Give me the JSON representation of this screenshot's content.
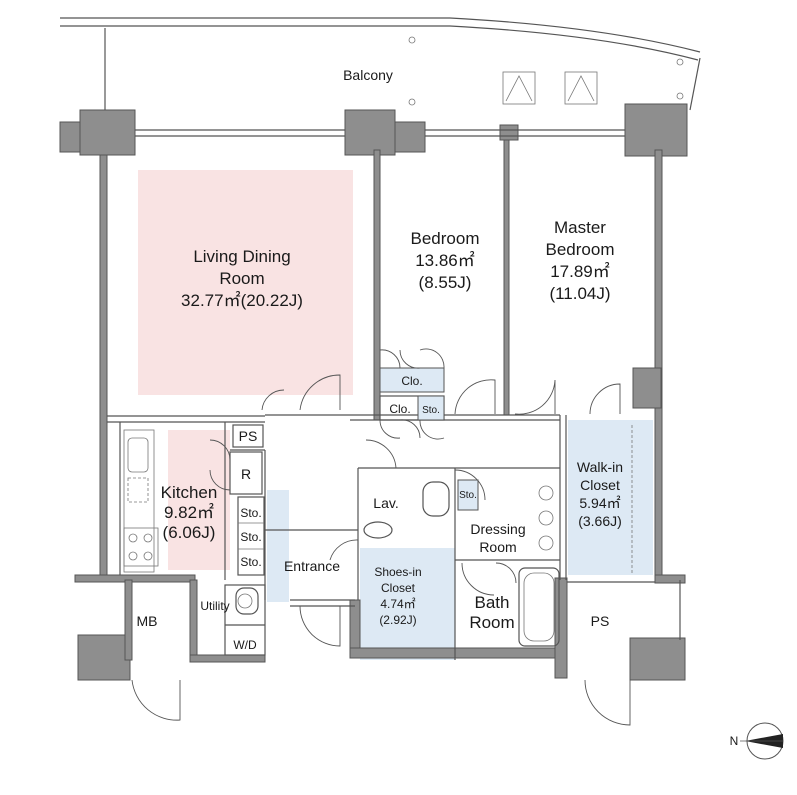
{
  "rooms": {
    "balcony": "Balcony",
    "living": [
      "Living Dining",
      "Room",
      "32.77㎡(20.22J)"
    ],
    "bedroom": [
      "Bedroom",
      "13.86㎡",
      "(8.55J)"
    ],
    "master": [
      "Master",
      "Bedroom",
      "17.89㎡",
      "(11.04J)"
    ],
    "kitchen": [
      "Kitchen",
      "9.82㎡",
      "(6.06J)"
    ],
    "walkin": [
      "Walk-in",
      "Closet",
      "5.94㎡",
      "(3.66J)"
    ],
    "shoes": [
      "Shoes-in",
      "Closet",
      "4.74㎡",
      "(2.92J)"
    ],
    "lav": "Lav.",
    "dressing": [
      "Dressing",
      "Room"
    ],
    "bath": [
      "Bath",
      "Room"
    ],
    "entrance": "Entrance",
    "utility": "Utility",
    "wd": "W/D",
    "mb": "MB",
    "ps_kitchen": "PS",
    "ps_right": "PS",
    "refrigerator": "R",
    "clo1": "Clo.",
    "clo2": "Clo.",
    "sto_bed": "Sto.",
    "sto_dress": "Sto.",
    "sto_k1": "Sto.",
    "sto_k2": "Sto.",
    "sto_k3": "Sto."
  },
  "compass": {
    "label": "N"
  },
  "colors": {
    "living_tint": "#f9e3e3",
    "closet_tint": "#dde9f4",
    "wall": "#8e8e8e"
  }
}
